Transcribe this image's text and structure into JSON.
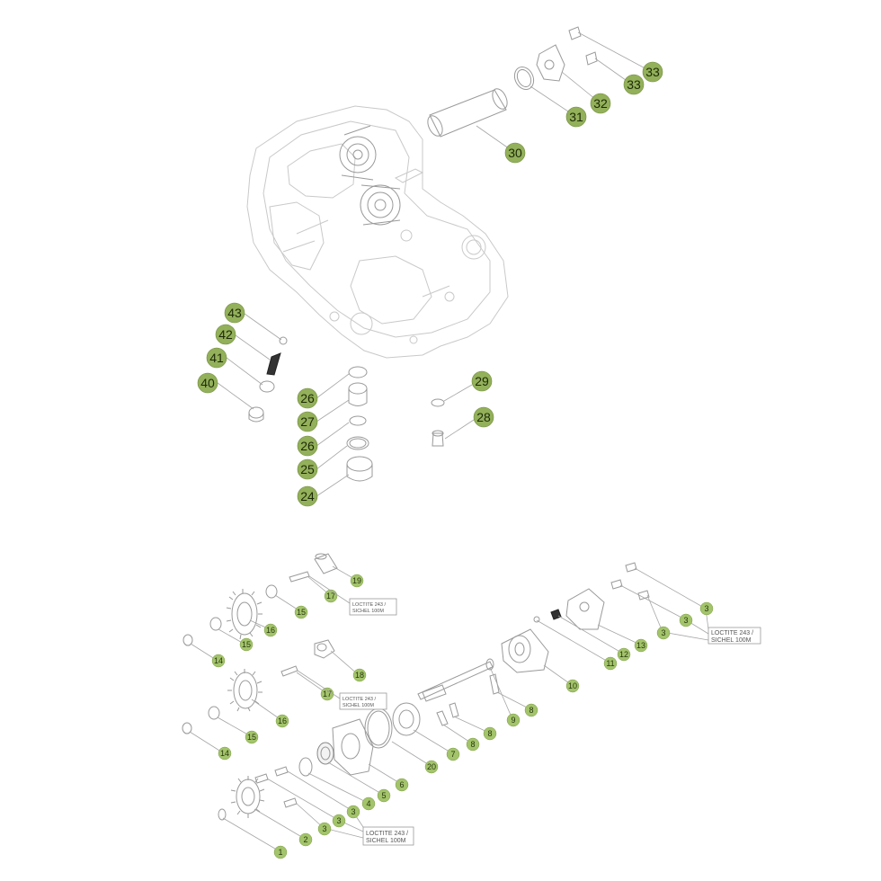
{
  "callouts_top": [
    "33",
    "33",
    "32",
    "31",
    "30",
    "43",
    "42",
    "41",
    "40",
    "26",
    "27",
    "26",
    "25",
    "24",
    "29",
    "28"
  ],
  "callouts_bottom": [
    "19",
    "17",
    "15",
    "16",
    "15",
    "14",
    "18",
    "17",
    "16",
    "15",
    "14",
    "3",
    "3",
    "3",
    "13",
    "12",
    "11",
    "10",
    "9",
    "8",
    "8",
    "7",
    "20",
    "6",
    "5",
    "4",
    "3",
    "3",
    "3",
    "2",
    "1"
  ],
  "notes": [
    {
      "line1": "LOCTITE 243 /",
      "line2": "SICHEL 100M"
    },
    {
      "line1": "LOCTITE 243 /",
      "line2": "SICHEL 100M"
    },
    {
      "line1": "LOCTITE 243 /",
      "line2": "SICHEL 100M"
    },
    {
      "line1": "LOCTITE 243 /",
      "line2": "SICHEL 100M"
    }
  ],
  "colors": {
    "badge": "#93b05a",
    "badge_text": "#1c2a08",
    "line": "#a6a6a6",
    "part": "#9a9a9a"
  }
}
